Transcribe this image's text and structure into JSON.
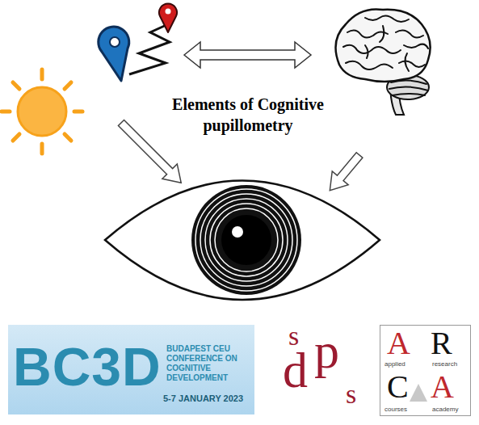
{
  "diagram": {
    "title": "Elements of Cognitive pupillometry",
    "nodes": [
      {
        "text": [
          "BC3D",
          "BUDAPEST CEU CONFERENCE ON COGNITIVE DEVELOPMENT",
          "5-7 JANUARY 2023"
        ]
      },
      {
        "text": [
          "A",
          "R",
          "C",
          "A",
          "applied",
          "research",
          "courses",
          "academy"
        ]
      }
    ],
    "labels": [
      "s",
      "d",
      "p",
      "s"
    ]
  }
}
